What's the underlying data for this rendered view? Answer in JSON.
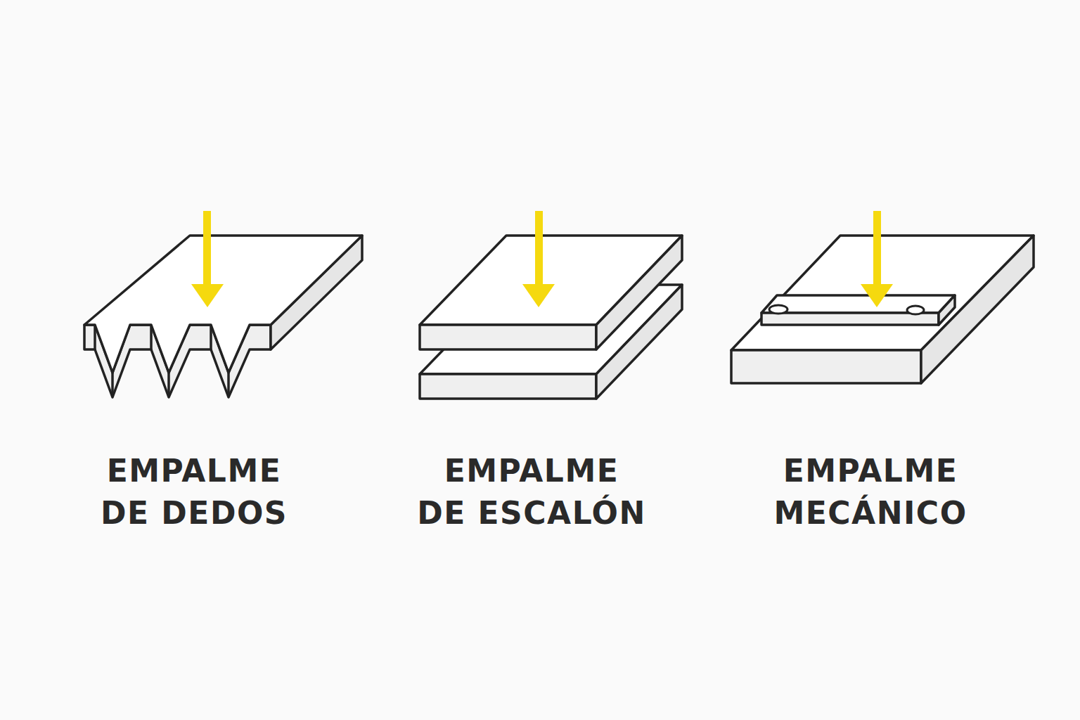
{
  "diagram": {
    "labels": [
      "EMPALME DE DEDOS",
      "EMPALME DE ESCALÓN",
      "EMPALME MECÁNICO"
    ]
  }
}
